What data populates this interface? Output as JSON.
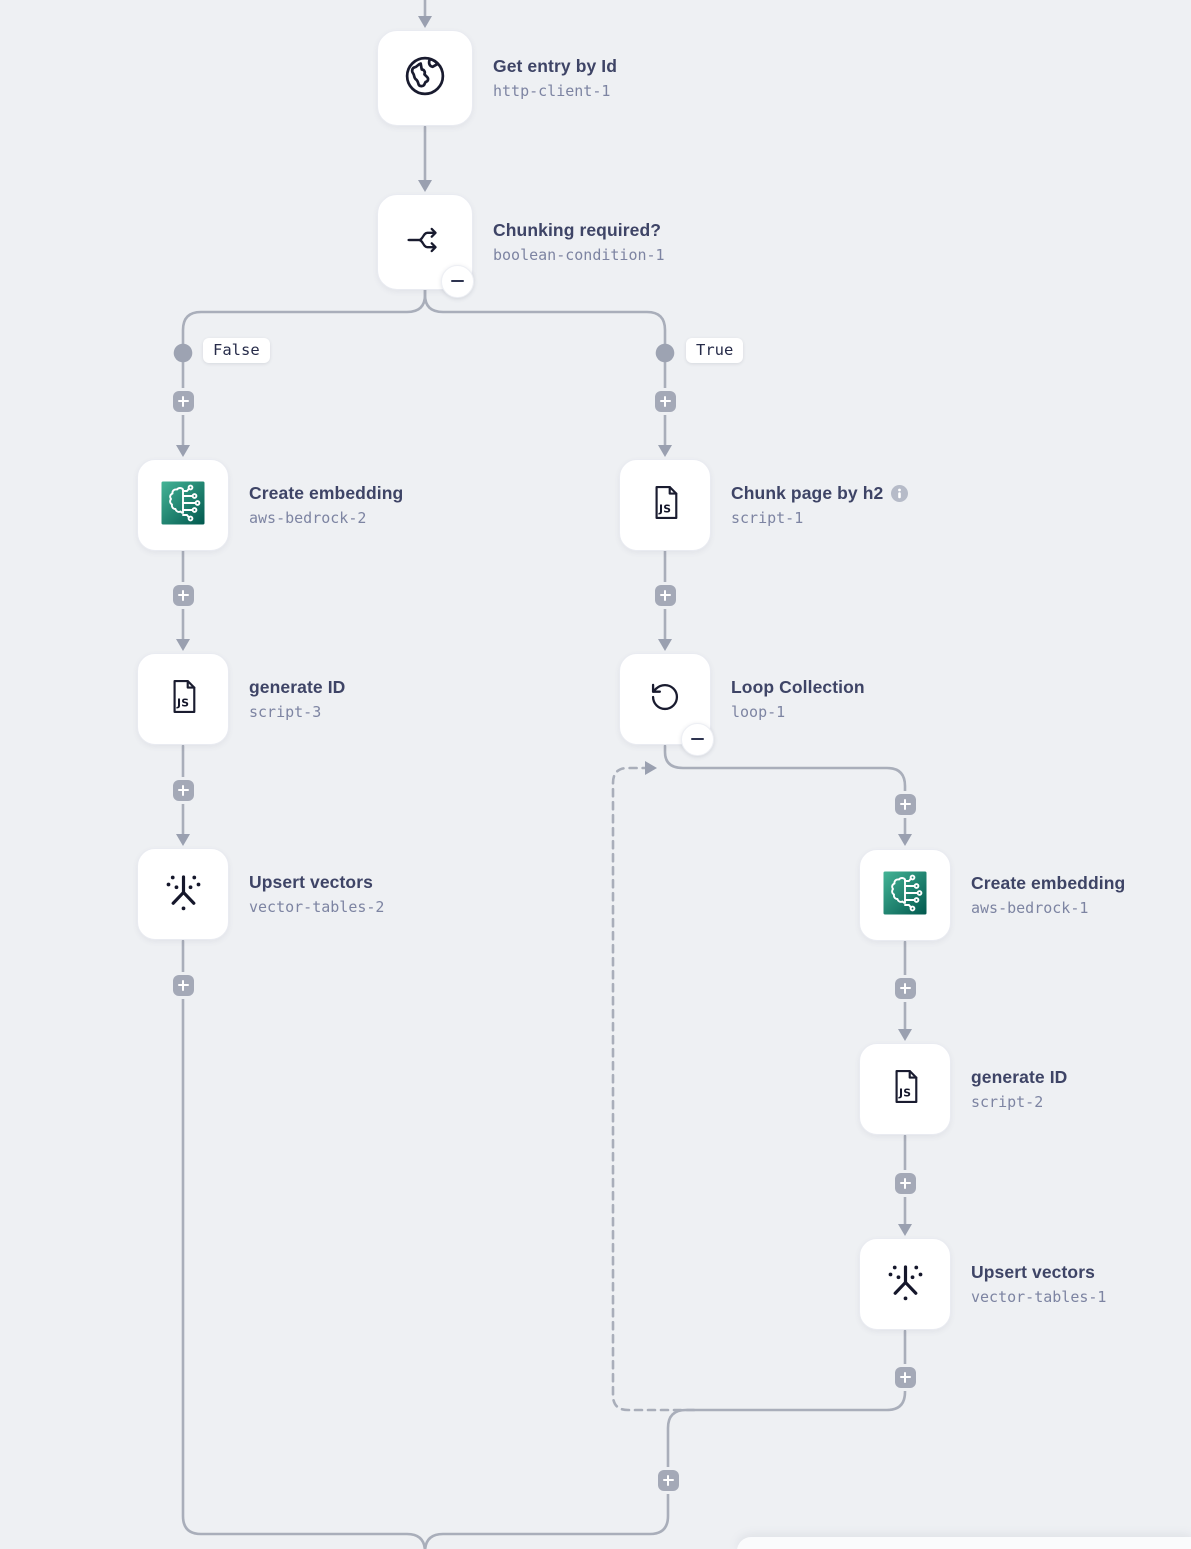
{
  "app": {
    "view": "automation-workflow-canvas"
  },
  "colors": {
    "background": "#eef0f3",
    "card": "#ffffff",
    "title_text": "#3e4466",
    "subtitle_text": "#7d84a2",
    "connector": "#a9aeba",
    "plus_button": "#a4a9b7",
    "branch_dot": "#9da3b2",
    "chip_text": "#262b49",
    "bedrock_gradient_start": "#44b496",
    "bedrock_gradient_end": "#01584e"
  },
  "icon_labels": {
    "js_badge": "JS"
  },
  "branches": [
    {
      "label": "False"
    },
    {
      "label": "True"
    }
  ],
  "nodes": [
    {
      "title": "Get entry by Id",
      "subtitle": "http-client-1",
      "icon": "globe-icon"
    },
    {
      "title": "Chunking required?",
      "subtitle": "boolean-condition-1",
      "icon": "branch-icon"
    },
    {
      "title": "Create embedding",
      "subtitle": "aws-bedrock-2",
      "icon": "bedrock-icon"
    },
    {
      "title": "generate ID",
      "subtitle": "script-3",
      "icon": "js-file-icon"
    },
    {
      "title": "Upsert vectors",
      "subtitle": "vector-tables-2",
      "icon": "vector-icon"
    },
    {
      "title": "Chunk page by h2",
      "subtitle": "script-1",
      "icon": "js-file-icon"
    },
    {
      "title": "Loop Collection",
      "subtitle": "loop-1",
      "icon": "loop-icon"
    },
    {
      "title": "Create embedding",
      "subtitle": "aws-bedrock-1",
      "icon": "bedrock-icon"
    },
    {
      "title": "generate ID",
      "subtitle": "script-2",
      "icon": "js-file-icon"
    },
    {
      "title": "Upsert vectors",
      "subtitle": "vector-tables-1",
      "icon": "vector-icon"
    }
  ]
}
